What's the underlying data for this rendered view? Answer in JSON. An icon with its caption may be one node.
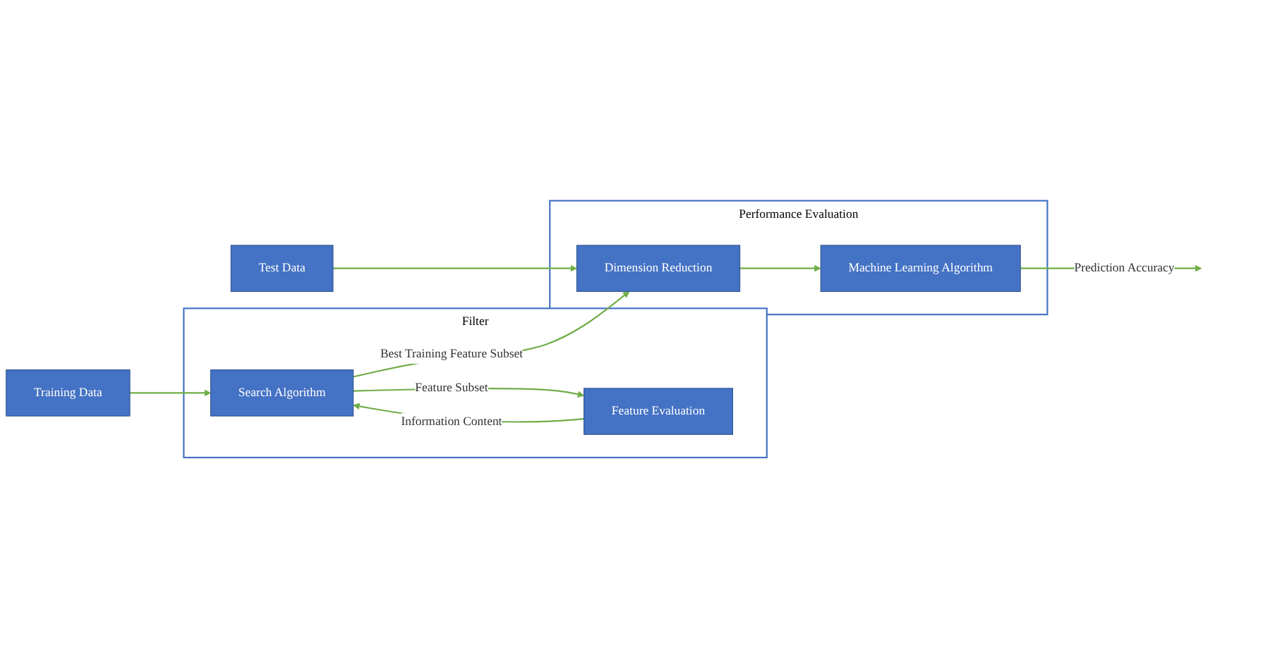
{
  "diagram": {
    "nodes": [
      {
        "text": [
          "Filter"
        ]
      },
      {
        "text": [
          "Training Data"
        ]
      },
      {
        "text": [
          "Search Algorithm"
        ],
        "in": 0
      },
      {
        "text": [
          "Feature Evaluation"
        ],
        "in": 0
      },
      {
        "text": [
          "Test Data"
        ]
      },
      {
        "text": [
          "Performance Evaluation"
        ]
      },
      {
        "text": [
          "Dimension Reduction"
        ],
        "in": 5
      },
      {
        "text": [
          "Machine Learning Algorithm"
        ],
        "in": 5
      }
    ],
    "edges": [
      {
        "from": 1,
        "to": 2,
        "arrow": "to"
      },
      {
        "from": 2,
        "to": 3,
        "arrow": "to",
        "label": "Feature Subset"
      },
      {
        "from": 3,
        "to": 2,
        "arrow": "to",
        "label": "Information Content"
      },
      {
        "from": 2,
        "to": 6,
        "arrow": "to",
        "label": "Best Training Feature Subset"
      },
      {
        "from": 4,
        "to": 6,
        "arrow": "to"
      },
      {
        "from": 6,
        "to": 7,
        "arrow": "to"
      },
      {
        "from": 7,
        "to": null,
        "arrow": "to",
        "label": "Prediction Accuracy"
      }
    ]
  }
}
